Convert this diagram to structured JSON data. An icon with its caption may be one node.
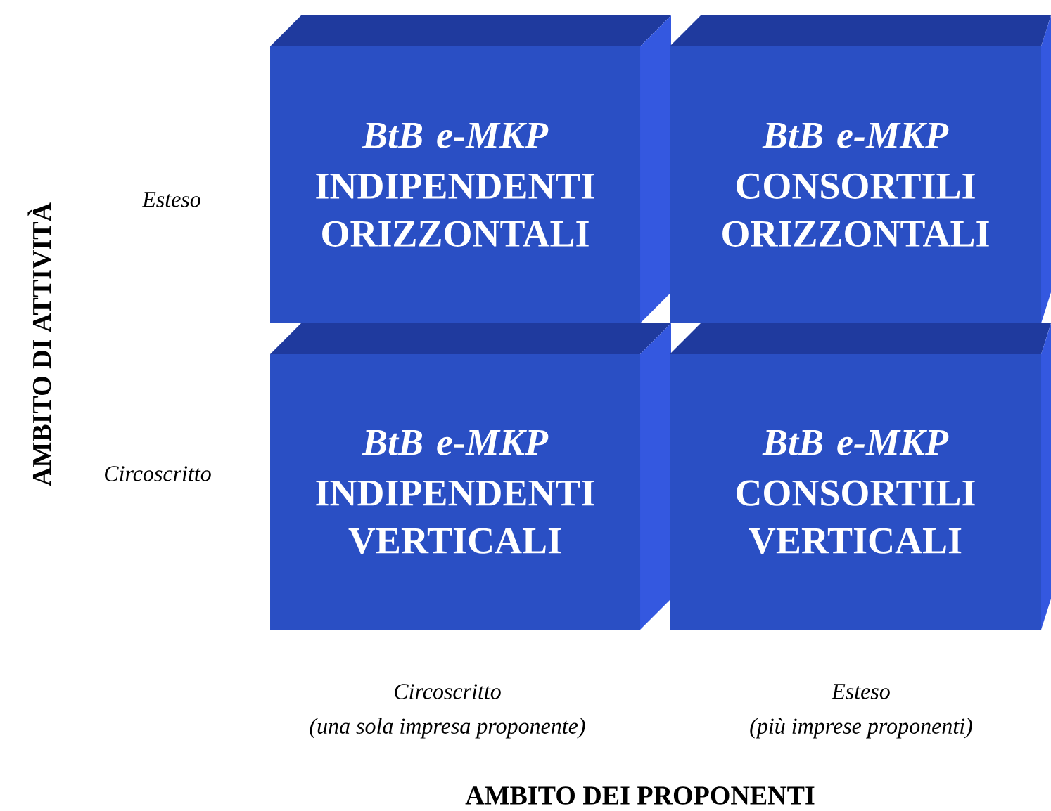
{
  "diagram": {
    "nodes": [
      {
        "text": [
          "BtB e-MKP",
          "INDIPENDENTI ORIZZONTALI"
        ]
      },
      {
        "text": [
          "BtB e-MKP",
          "CONSORTILI ORIZZONTALI"
        ]
      },
      {
        "text": [
          "BtB e-MKP",
          "INDIPENDENTI VERTICALI"
        ]
      },
      {
        "text": [
          "BtB e-MKP",
          "CONSORTILI VERTICALI"
        ]
      }
    ],
    "labels": [
      "AMBITO DI ATTIVITÀ",
      "Esteso",
      "Circoscritto",
      "Circoscritto",
      "(una sola impresa proponente)",
      "Esteso",
      "(più imprese proponenti)",
      "AMBITO DEI PROPONENTI"
    ]
  }
}
